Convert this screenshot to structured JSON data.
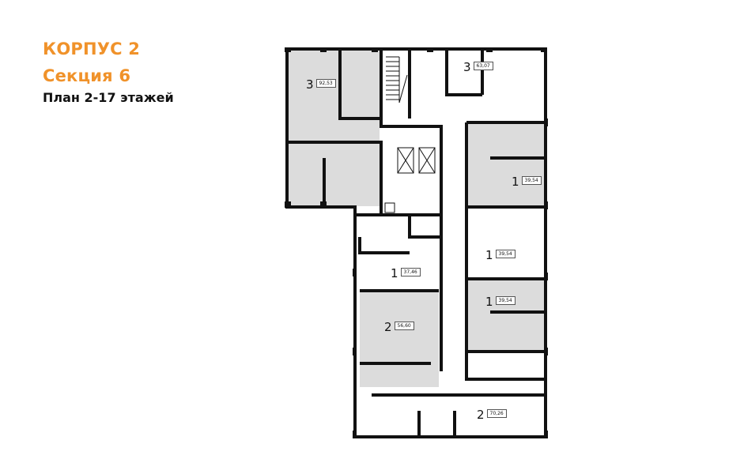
{
  "header": {
    "building": "КОРПУС 2",
    "section": "Секция 6",
    "plan": "План 2-17 этажей"
  },
  "colors": {
    "accent": "#f0922a",
    "apartment_fill": "#dcdcdc",
    "wall": "#111111"
  },
  "apartments": [
    {
      "rooms": "3",
      "area": "92,53"
    },
    {
      "rooms": "3",
      "area": "63,07"
    },
    {
      "rooms": "1",
      "area": "39,54"
    },
    {
      "rooms": "1",
      "area": "39,54"
    },
    {
      "rooms": "1",
      "area": "39,54"
    },
    {
      "rooms": "1",
      "area": "37,46"
    },
    {
      "rooms": "2",
      "area": "56,60"
    },
    {
      "rooms": "2",
      "area": "70,26"
    }
  ],
  "icons": [
    "stairs-icon",
    "elevator-icon",
    "wheelchair-icon"
  ]
}
